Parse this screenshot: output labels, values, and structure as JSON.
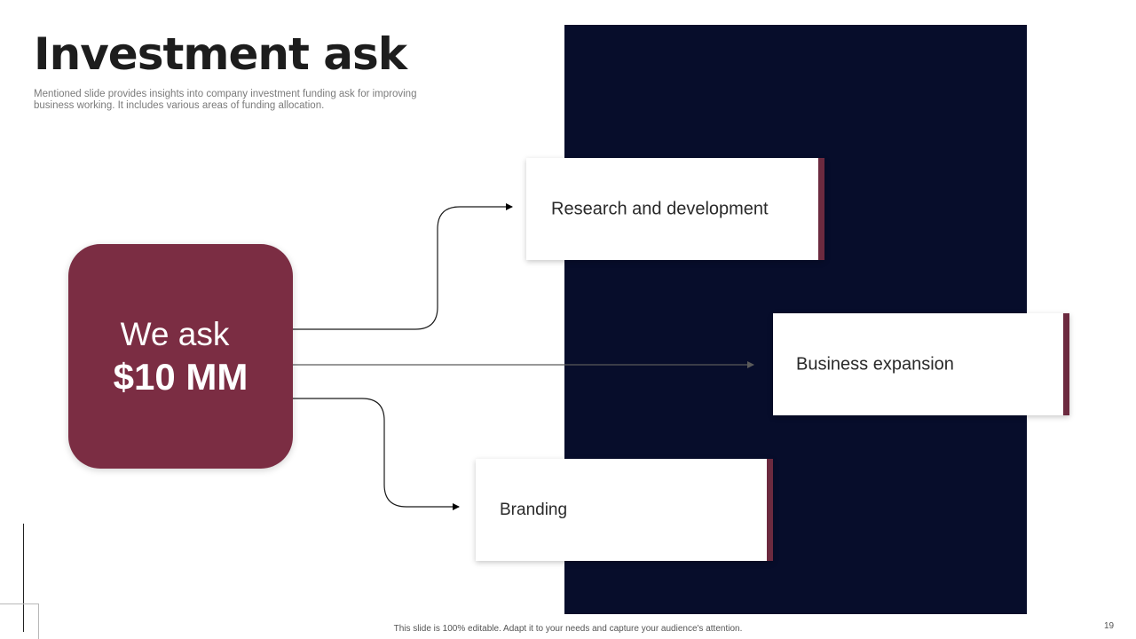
{
  "slide": {
    "title": "Investment ask",
    "subtitle": "Mentioned slide provides insights into company investment funding ask for improving business working. It includes various areas of funding allocation.",
    "footer_note": "This slide is 100% editable. Adapt it to your needs and capture your audience's attention.",
    "page_number": "19"
  },
  "ask": {
    "label": "We ask",
    "amount": "$10 MM"
  },
  "allocations": [
    {
      "label": "Research and development"
    },
    {
      "label": "Business expansion"
    },
    {
      "label": "Branding"
    }
  ],
  "colors": {
    "accent": "#7b2d43",
    "card_stripe": "#6c2a3f",
    "dark_panel": "#070d2b",
    "title_text": "#1d1d1d",
    "subtitle_text": "#7b7b7b"
  }
}
